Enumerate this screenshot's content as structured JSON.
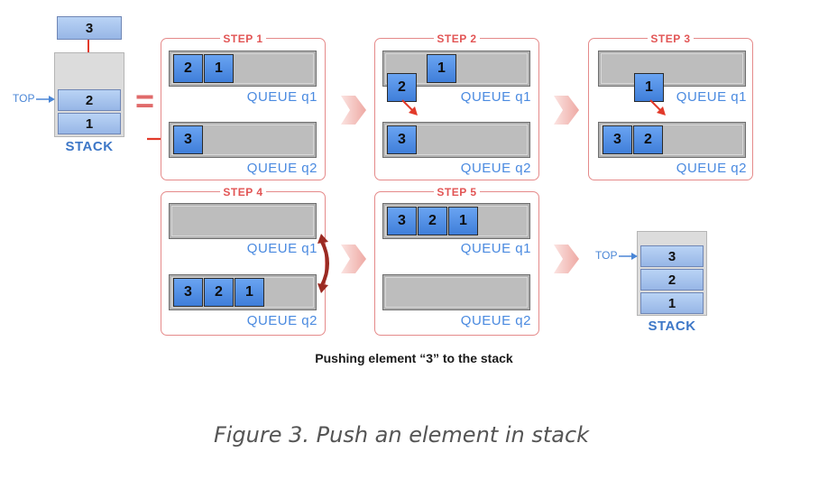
{
  "stack_left": {
    "incoming": "3",
    "top_label": "TOP",
    "cells": [
      "2",
      "1"
    ],
    "label": "STACK"
  },
  "equals": "=",
  "steps": [
    {
      "title": "STEP 1",
      "q1_label": "QUEUE q1",
      "q2_label": "QUEUE q2",
      "q1": [
        "2",
        "1"
      ],
      "q2": [
        "3"
      ]
    },
    {
      "title": "STEP 2",
      "q1_label": "QUEUE q1",
      "q2_label": "QUEUE q2",
      "q1_moving": "2",
      "q1": [
        "1"
      ],
      "q2": [
        "3"
      ]
    },
    {
      "title": "STEP 3",
      "q1_label": "QUEUE q1",
      "q2_label": "QUEUE q2",
      "q1_moving": "1",
      "q2": [
        "3",
        "2"
      ]
    },
    {
      "title": "STEP 4",
      "q1_label": "QUEUE q1",
      "q2_label": "QUEUE q2",
      "q2": [
        "3",
        "2",
        "1"
      ]
    },
    {
      "title": "STEP 5",
      "q1_label": "QUEUE q1",
      "q2_label": "QUEUE q2",
      "q1": [
        "3",
        "2",
        "1"
      ]
    }
  ],
  "stack_right": {
    "top_label": "TOP",
    "cells": [
      "3",
      "2",
      "1"
    ],
    "label": "STACK"
  },
  "caption": "Pushing element “3” to the stack",
  "figure_caption": "Figure 3. Push an element in stack",
  "colors": {
    "panel_border": "#e58a8a",
    "step_title": "#e25555",
    "queue_label": "#4a8ae0",
    "cell_blue": "#4f8fe6",
    "arrow_red": "#e23a2a",
    "swap_arrow": "#9b2a22",
    "chevron": "#f4c7c3"
  }
}
